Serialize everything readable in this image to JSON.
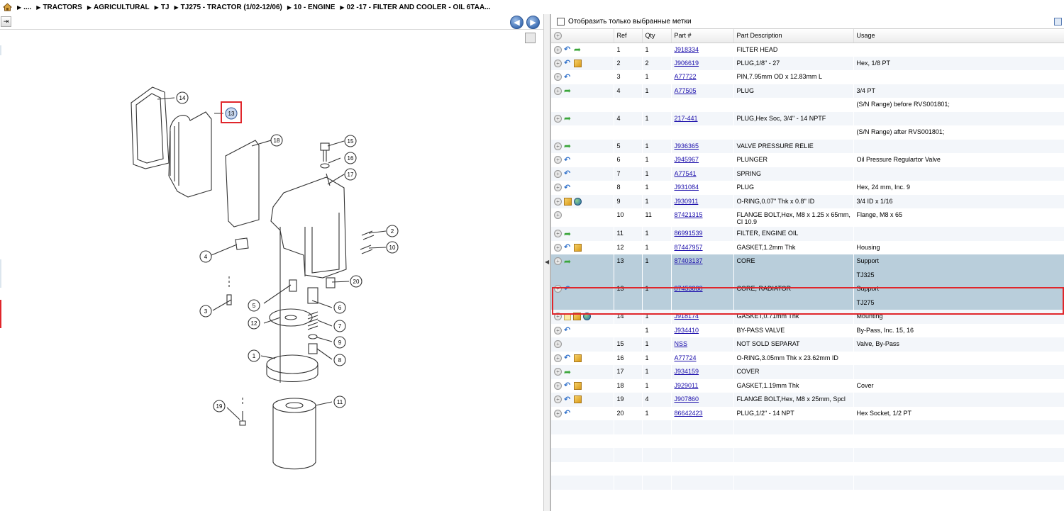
{
  "breadcrumb": [
    "....",
    "TRACTORS",
    "AGRICULTURAL",
    "TJ",
    "TJ275 - TRACTOR (1/02-12/06)",
    "10 - ENGINE",
    "02 -17 - FILTER AND COOLER - OIL 6TAA..."
  ],
  "filter_label": "Отобразить только выбранные метки",
  "columns": {
    "ref": "Ref",
    "qty": "Qty",
    "part": "Part #",
    "desc": "Part Description",
    "usage": "Usage"
  },
  "callouts": [
    "14",
    "13",
    "18",
    "15",
    "16",
    "17",
    "2",
    "10",
    "4",
    "20",
    "5",
    "6",
    "3",
    "12",
    "7",
    "9",
    "8",
    "1",
    "11",
    "19"
  ],
  "rows": [
    {
      "icons": [
        "plus",
        "back",
        "fwd"
      ],
      "ref": "1",
      "qty": "1",
      "part": "J918334",
      "desc": "FILTER HEAD",
      "usage": ""
    },
    {
      "icons": [
        "plus",
        "back",
        "box"
      ],
      "ref": "2",
      "qty": "2",
      "part": "J906619",
      "desc": "PLUG,1/8\" - 27",
      "usage": "Hex, 1/8 PT"
    },
    {
      "icons": [
        "plus",
        "back"
      ],
      "ref": "3",
      "qty": "1",
      "part": "A77722",
      "desc": "PIN,7.95mm OD x 12.83mm L",
      "usage": ""
    },
    {
      "icons": [
        "plus",
        "fwd"
      ],
      "ref": "4",
      "qty": "1",
      "part": "A77505",
      "desc": "PLUG",
      "usage": "3/4 PT"
    },
    {
      "icons": [],
      "ref": "",
      "qty": "",
      "part": "",
      "desc": "",
      "usage": "(S/N Range) before RVS001801;"
    },
    {
      "icons": [
        "plus",
        "fwd"
      ],
      "ref": "4",
      "qty": "1",
      "part": "217-441",
      "desc": "PLUG,Hex Soc, 3/4\" - 14 NPTF",
      "usage": ""
    },
    {
      "icons": [],
      "ref": "",
      "qty": "",
      "part": "",
      "desc": "",
      "usage": "(S/N Range) after RVS001801;"
    },
    {
      "icons": [
        "plus",
        "fwd"
      ],
      "ref": "5",
      "qty": "1",
      "part": "J936365",
      "desc": "VALVE PRESSURE RELIE",
      "usage": ""
    },
    {
      "icons": [
        "plus",
        "back"
      ],
      "ref": "6",
      "qty": "1",
      "part": "J945967",
      "desc": "PLUNGER",
      "usage": "Oil Pressure Regulartor Valve"
    },
    {
      "icons": [
        "plus",
        "back"
      ],
      "ref": "7",
      "qty": "1",
      "part": "A77541",
      "desc": "SPRING",
      "usage": ""
    },
    {
      "icons": [
        "plus",
        "back"
      ],
      "ref": "8",
      "qty": "1",
      "part": "J931084",
      "desc": "PLUG",
      "usage": "Hex, 24 mm, Inc. 9"
    },
    {
      "icons": [
        "plus",
        "box",
        "globe"
      ],
      "ref": "9",
      "qty": "1",
      "part": "J930911",
      "desc": "O-RING,0.07\" Thk x 0.8\" ID",
      "usage": "3/4 ID x 1/16"
    },
    {
      "icons": [
        "plus"
      ],
      "ref": "10",
      "qty": "11",
      "part": "87421315",
      "desc": "FLANGE BOLT,Hex, M8 x 1.25 x 65mm, Cl 10.9",
      "usage": "Flange, M8 x 65",
      "tall": true
    },
    {
      "icons": [
        "plus",
        "fwd"
      ],
      "ref": "11",
      "qty": "1",
      "part": "86991539",
      "desc": "FILTER, ENGINE OIL",
      "usage": ""
    },
    {
      "icons": [
        "plus",
        "back",
        "box"
      ],
      "ref": "12",
      "qty": "1",
      "part": "87447957",
      "desc": "GASKET,1.2mm Thk",
      "usage": "Housing"
    },
    {
      "icons": [
        "plus",
        "fwd"
      ],
      "ref": "13",
      "qty": "1",
      "part": "87403137",
      "desc": "CORE",
      "usage": "Support",
      "hl": true
    },
    {
      "icons": [],
      "ref": "",
      "qty": "",
      "part": "",
      "desc": "",
      "usage": "TJ325",
      "hl": true
    },
    {
      "icons": [
        "plus",
        "back"
      ],
      "ref": "13",
      "qty": "1",
      "part": "87453888",
      "desc": "CORE, RADIATOR",
      "usage": "Support",
      "hl": true
    },
    {
      "icons": [],
      "ref": "",
      "qty": "",
      "part": "",
      "desc": "",
      "usage": "TJ275",
      "hl": true
    },
    {
      "icons": [
        "plus",
        "note",
        "box",
        "globe"
      ],
      "ref": "14",
      "qty": "1",
      "part": "J918174",
      "desc": "GASKET,0.71mm Thk",
      "usage": "Mounting"
    },
    {
      "icons": [
        "plus",
        "back"
      ],
      "ref": "",
      "qty": "1",
      "part": "J934410",
      "desc": "BY-PASS VALVE",
      "usage": "By-Pass, Inc. 15, 16"
    },
    {
      "icons": [
        "plus"
      ],
      "ref": "15",
      "qty": "1",
      "part": "NSS",
      "desc": "NOT SOLD SEPARAT",
      "usage": "Valve, By-Pass"
    },
    {
      "icons": [
        "plus",
        "back",
        "box"
      ],
      "ref": "16",
      "qty": "1",
      "part": "A77724",
      "desc": "O-RING,3.05mm Thk x 23.62mm ID",
      "usage": ""
    },
    {
      "icons": [
        "plus",
        "fwd"
      ],
      "ref": "17",
      "qty": "1",
      "part": "J934159",
      "desc": "COVER",
      "usage": ""
    },
    {
      "icons": [
        "plus",
        "back",
        "box"
      ],
      "ref": "18",
      "qty": "1",
      "part": "J929011",
      "desc": "GASKET,1.19mm Thk",
      "usage": "Cover"
    },
    {
      "icons": [
        "plus",
        "back",
        "box"
      ],
      "ref": "19",
      "qty": "4",
      "part": "J907860",
      "desc": "FLANGE BOLT,Hex, M8 x 25mm, Spcl",
      "usage": ""
    },
    {
      "icons": [
        "plus",
        "back"
      ],
      "ref": "20",
      "qty": "1",
      "part": "86642423",
      "desc": "PLUG,1/2\" - 14 NPT",
      "usage": "Hex Socket, 1/2 PT"
    }
  ]
}
